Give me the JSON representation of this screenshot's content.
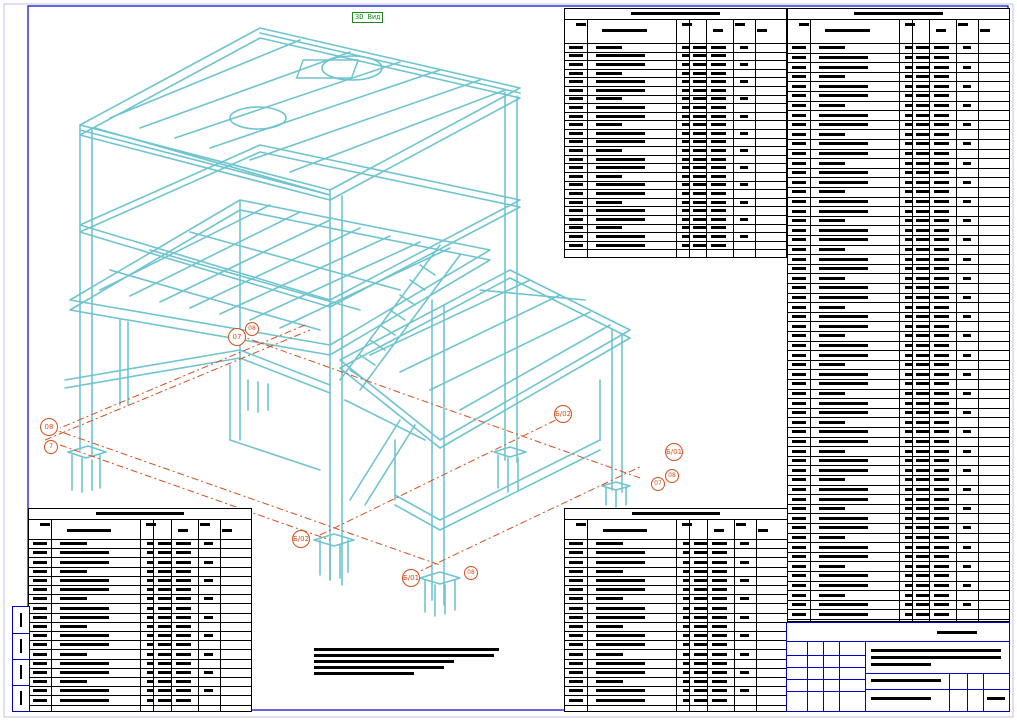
{
  "drawing": {
    "view_label": "3D Вид",
    "steel_color": "#6fc4cf",
    "axis_color": "#d2501e",
    "frame_color": "#0000c8"
  },
  "grid_tags": [
    {
      "id": "tag-07-a",
      "text": "07"
    },
    {
      "id": "tag-08-a",
      "text": "08"
    },
    {
      "id": "tag-08-b",
      "text": "08"
    },
    {
      "id": "tag-7",
      "text": "7"
    },
    {
      "id": "tag-b02-a",
      "text": "Б/02"
    },
    {
      "id": "tag-b01-a",
      "text": "Б/01"
    },
    {
      "id": "tag-08-c",
      "text": "08"
    },
    {
      "id": "tag-07-b",
      "text": "07"
    },
    {
      "id": "tag-b02-b",
      "text": "Б/02"
    },
    {
      "id": "tag-b01-b",
      "text": "Б/01"
    },
    {
      "id": "tag-08-d",
      "text": "08"
    }
  ]
}
